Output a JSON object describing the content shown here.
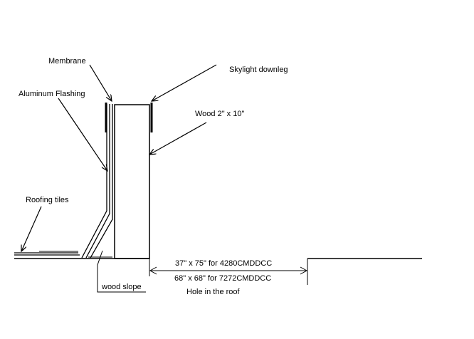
{
  "labels": {
    "membrane": "Membrane",
    "aluminum_flashing": "Aluminum Flashing",
    "roofing_tiles": "Roofing tiles",
    "skylight_downleg": "Skylight downleg",
    "wood": "Wood 2\" x 10\"",
    "wood_slope": "wood slope",
    "dim_line_1": "37\" x 75\" for 4280CMDDCC",
    "dim_line_2": "68\" x 68\" for 7272CMDDCC",
    "hole": "Hole in the roof"
  },
  "colors": {
    "ink": "#000000",
    "background": "#ffffff"
  }
}
